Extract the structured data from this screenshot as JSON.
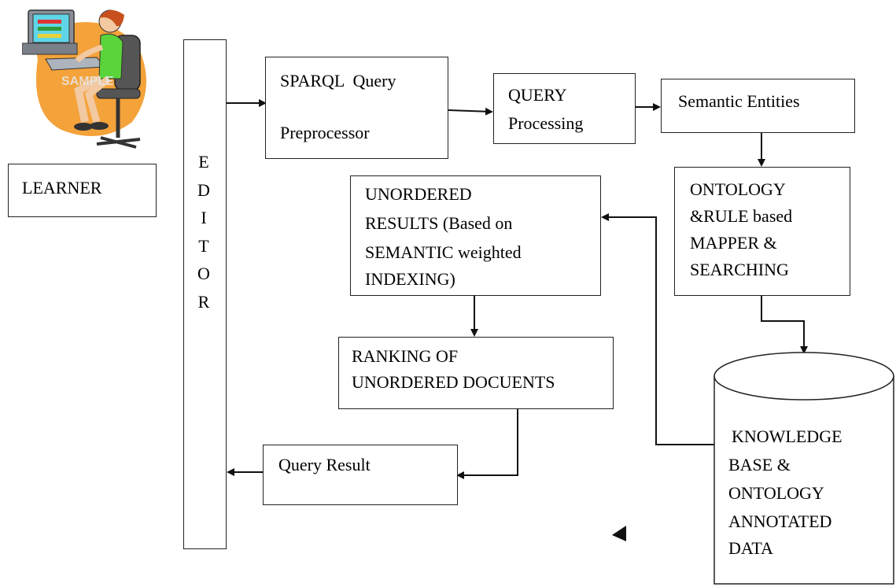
{
  "learner": {
    "label": "LEARNER"
  },
  "editor": {
    "letters": [
      "E",
      "D",
      "I",
      "T",
      "O",
      "R"
    ]
  },
  "nodes": {
    "sparql": {
      "line1": "SPARQL  Query",
      "line2": "Preprocessor"
    },
    "query_processing": {
      "line1": "QUERY",
      "line2": "Processing"
    },
    "semantic_entities": {
      "line1": "Semantic Entities"
    },
    "mapper": {
      "line1": "ONTOLOGY",
      "line2": "&RULE based",
      "line3": "MAPPER &",
      "line4": "SEARCHING"
    },
    "unordered": {
      "line1": "UNORDERED",
      "line2": "RESULTS (Based on",
      "line3": "SEMANTIC weighted",
      "line4": "INDEXING)"
    },
    "ranking": {
      "line1": "RANKING OF",
      "line2": "UNORDERED DOCUENTS"
    },
    "query_result": {
      "line1": "Query Result"
    },
    "knowledge_base": {
      "line1": "KNOWLEDGE",
      "line2": "BASE &",
      "line3": "ONTOLOGY",
      "line4": "ANNOTATED",
      "line5": "DATA"
    }
  },
  "clipart": {
    "icon": "learner-at-computer-icon",
    "watermark": "SAMPLE"
  }
}
